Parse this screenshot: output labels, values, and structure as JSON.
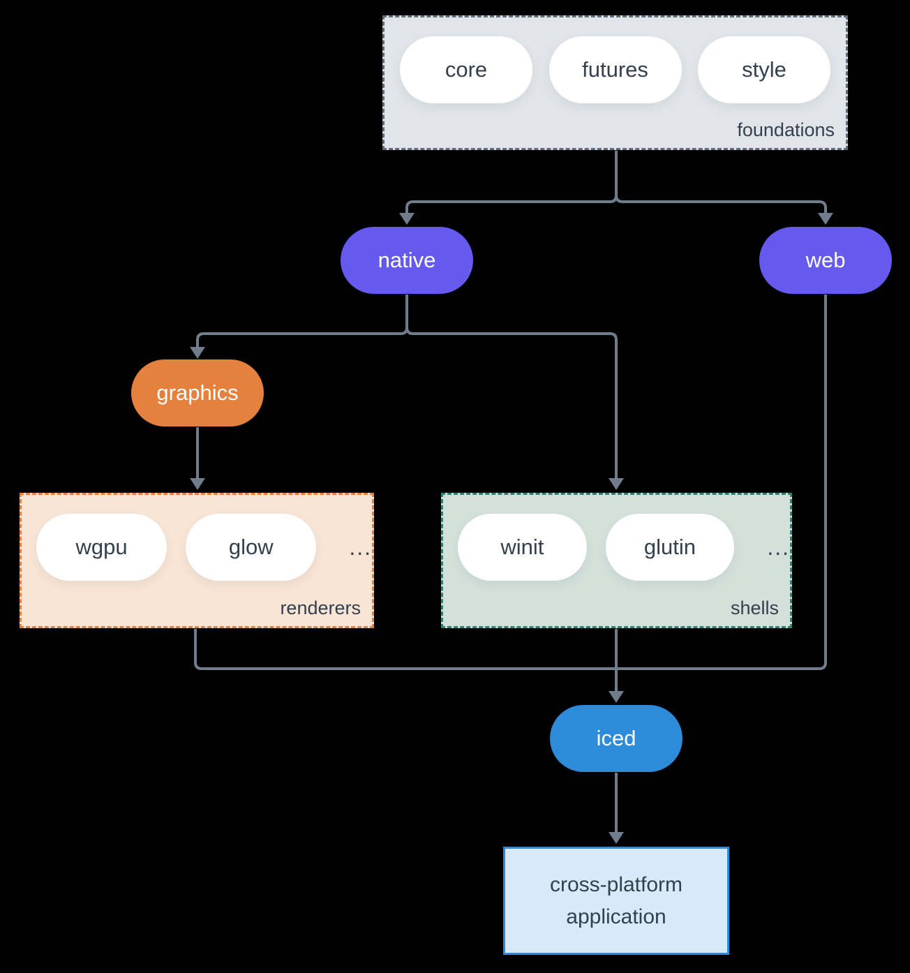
{
  "colors": {
    "background": "#000000",
    "connector": "#6f7d8c",
    "purple": "#6559ee",
    "orange": "#e5813c",
    "blue": "#2e8bd9",
    "panel_gray": "#e1e5e9",
    "panel_gray_border": "#5e6c7b",
    "panel_peach": "#f9e5d6",
    "panel_peach_border": "#e5813c",
    "panel_sage": "#d4e1db",
    "panel_sage_border": "#2f8273",
    "app_fill": "#d8e9f9",
    "app_border": "#2e8bd9",
    "text_dark": "#33404d"
  },
  "foundations": {
    "label": "foundations",
    "items": [
      "core",
      "futures",
      "style"
    ]
  },
  "nodes": {
    "native": "native",
    "web": "web",
    "graphics": "graphics",
    "iced": "iced"
  },
  "renderers": {
    "label": "renderers",
    "items": [
      "wgpu",
      "glow"
    ],
    "ellipsis": "..."
  },
  "shells": {
    "label": "shells",
    "items": [
      "winit",
      "glutin"
    ],
    "ellipsis": "..."
  },
  "application": {
    "line1": "cross-platform",
    "line2": "application"
  }
}
